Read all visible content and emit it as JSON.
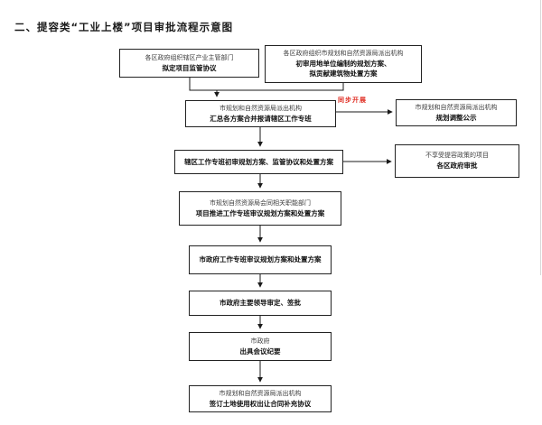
{
  "header": {
    "title": "二、提容类“工业上楼”项目审批流程示意图"
  },
  "flow": {
    "supervision": {
      "agency": "各区政府组织辖区产业主管部门",
      "action": "拟定项目监管协议"
    },
    "initial_review": {
      "agency": "各区政府组织市规划和自然资源局派出机构",
      "action1": "初审用地单位编制的规划方案、",
      "action2": "拟贡献建筑物处置方案"
    },
    "consolidate": {
      "agency": "市规划和自然资源局派出机构",
      "action": "汇总各方案合并报请辖区工作专班"
    },
    "sync_label": "同步开展",
    "publicity": {
      "agency": "市规划和自然资源局派出机构",
      "action": "规划调整公示"
    },
    "district_panel_review": {
      "action": "辖区工作专班初审规划方案、监管协议和处置方案"
    },
    "district_approval": {
      "condition": "不享受提容政策的项目",
      "action": "各区政府审批"
    },
    "city_promotion_panel": {
      "agency": "市规划自然资源局会同相关职能部门",
      "action": "项目推进工作专班审议规划方案和处置方案"
    },
    "city_gov_panel": {
      "action": "市政府工作专班审议规划方案和处置方案"
    },
    "leader_signoff": {
      "action": "市政府主要领导审定、签批"
    },
    "meeting_minutes": {
      "agency": "市政府",
      "action": "出具会议纪要"
    },
    "supplementary_agreement": {
      "agency": "市规划和自然资源局派出机构",
      "action": "签订土地使用权出让合同补充协议"
    }
  },
  "colors": {
    "sync_red": "#e02d22",
    "line": "#1a1a1a"
  }
}
